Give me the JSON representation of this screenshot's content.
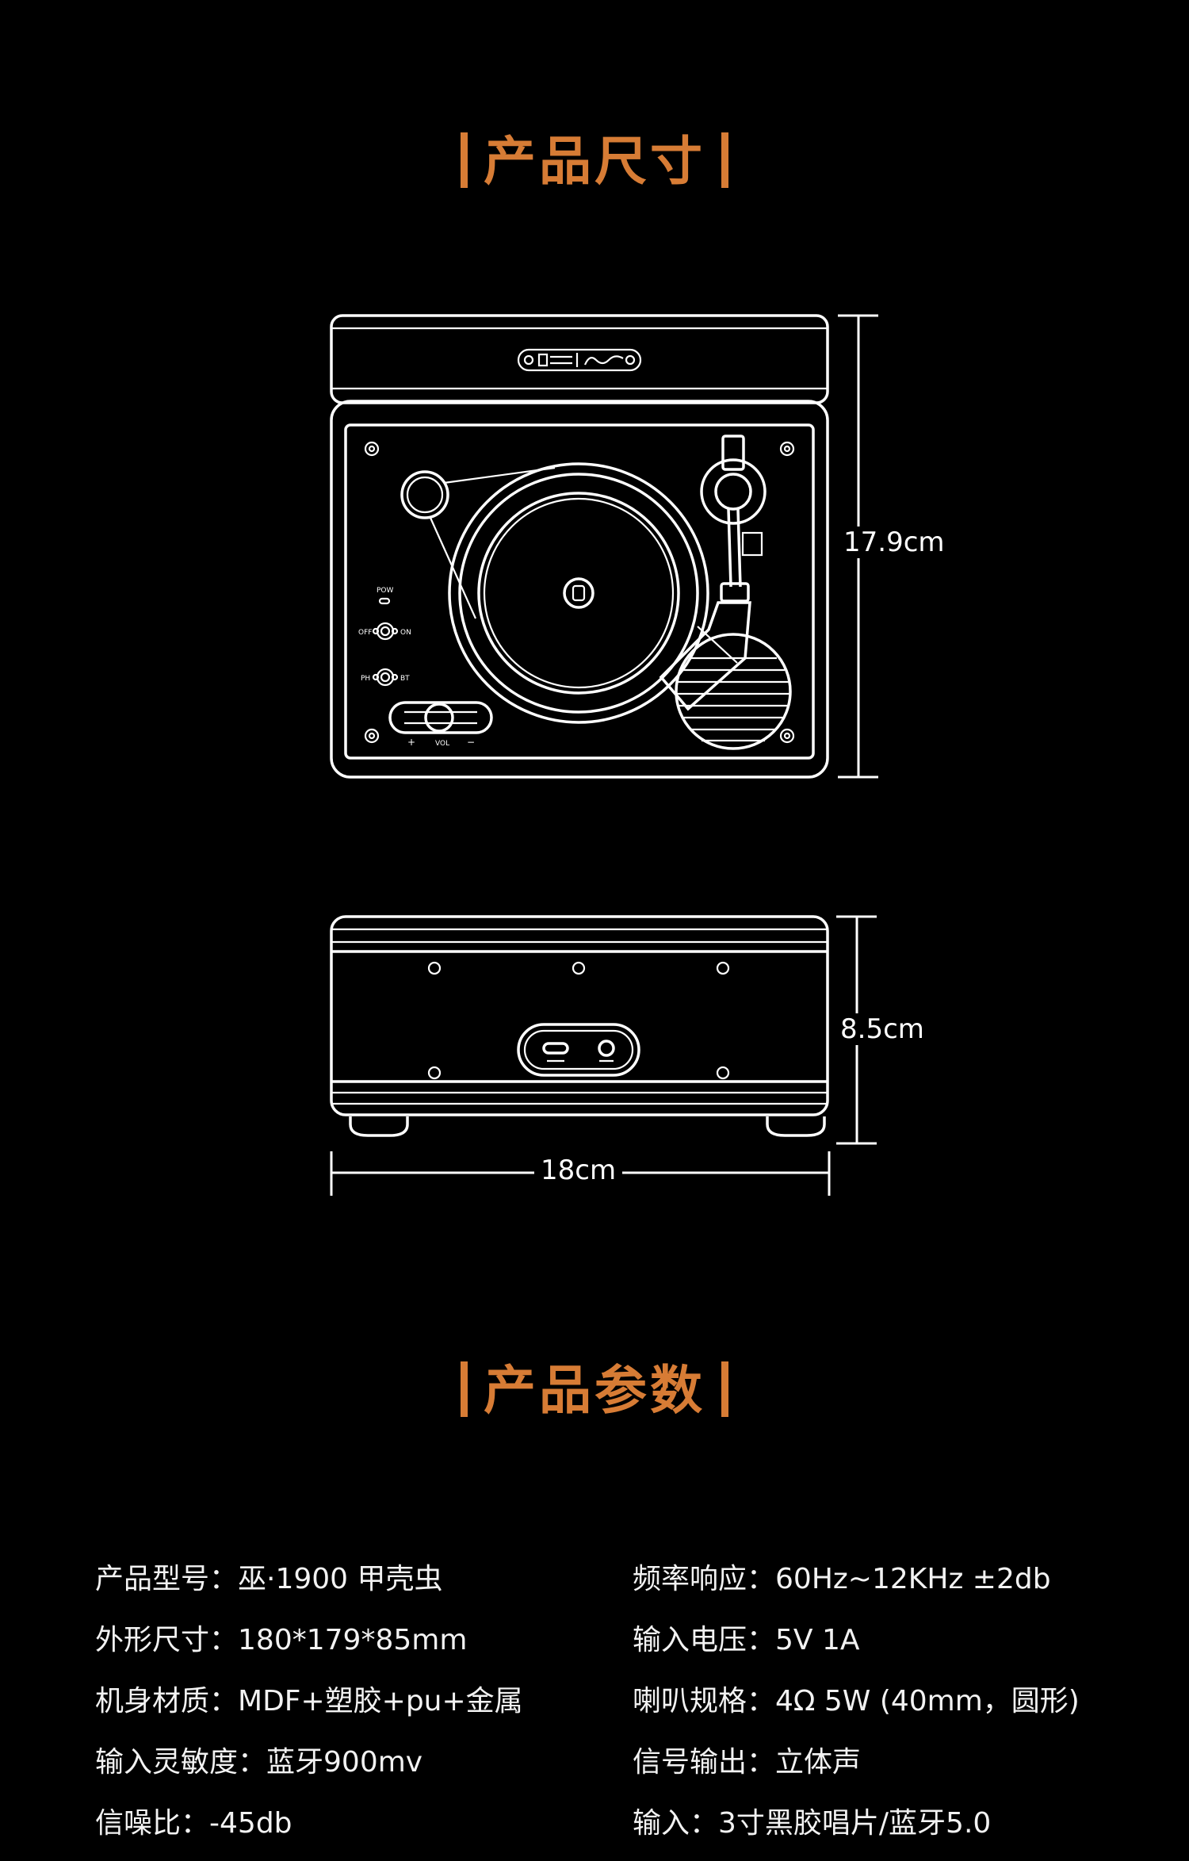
{
  "section_dimensions": {
    "title": "产品尺寸"
  },
  "dimensions": {
    "height": "17.9cm",
    "depth": "8.5cm",
    "width": "18cm"
  },
  "device_panel": {
    "pow_label": "POW",
    "off_label": "OFF",
    "on_label": "ON",
    "ph_label": "PH",
    "bt_label": "BT",
    "vol_label": "VOL",
    "plus_label": "+",
    "minus_label": "−"
  },
  "section_params": {
    "title": "产品参数"
  },
  "specs_left": [
    {
      "label": "产品型号：",
      "value": "巫·1900 甲壳虫"
    },
    {
      "label": "外形尺寸：",
      "value": "180*179*85mm"
    },
    {
      "label": "机身材质：",
      "value": "MDF+塑胶+pu+金属"
    },
    {
      "label": "输入灵敏度：",
      "value": "蓝牙900mv"
    },
    {
      "label": "信噪比：",
      "value": "-45db"
    }
  ],
  "specs_right": [
    {
      "label": "频率响应：",
      "value": "60Hz~12KHz ±2db"
    },
    {
      "label": "输入电压：",
      "value": "5V  1A"
    },
    {
      "label": "喇叭规格：",
      "value": "4Ω 5W (40mm，圆形)"
    },
    {
      "label": "信号输出：",
      "value": "立体声"
    },
    {
      "label": "输入：",
      "value": "3寸黑胶唱片/蓝牙5.0"
    }
  ]
}
